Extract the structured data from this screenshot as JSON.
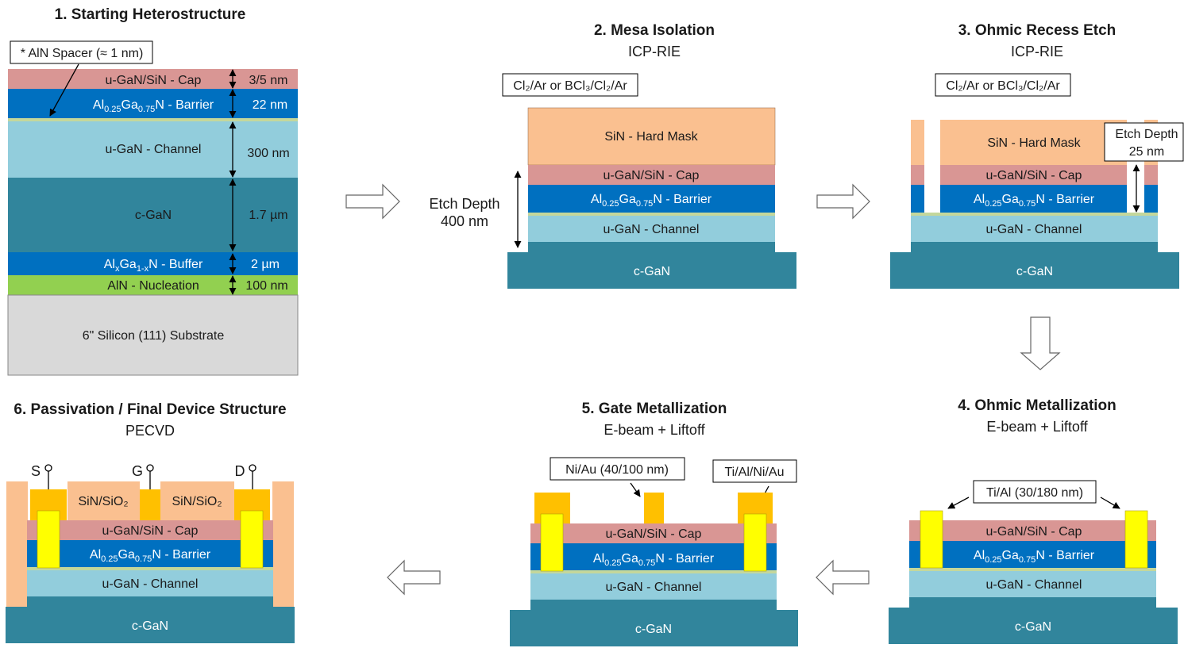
{
  "colors": {
    "cap": "#d99694",
    "barrier": "#0070c0",
    "spacer": "#c4d79b",
    "channel": "#92cddc",
    "cgan": "#31859c",
    "nucleation": "#92d050",
    "substrate": "#d9d9d9",
    "hard_mask": "#fac090",
    "ohmic_metal": "#ffff00",
    "gate_metal": "#ffc000",
    "passivation": "#fac090"
  },
  "step1": {
    "title": "1. Starting Heterostructure",
    "spacer_note": "* AlN Spacer (≈ 1 nm)",
    "layers": [
      {
        "label": "u-GaN/SiN - Cap",
        "thickness": "3/5 nm"
      },
      {
        "label_parts": [
          "Al",
          "0.25",
          "Ga",
          "0.75",
          "N - Barrier"
        ],
        "thickness": "22 nm"
      },
      {
        "label": "u-GaN - Channel",
        "thickness": "300 nm"
      },
      {
        "label": "c-GaN",
        "thickness": "1.7 µm"
      },
      {
        "label_parts": [
          "Al",
          "x",
          "Ga",
          "1-x",
          "N - Buffer"
        ],
        "thickness": "2 µm"
      },
      {
        "label": "AlN - Nucleation",
        "thickness": "100 nm"
      },
      {
        "label": "6\" Silicon (111) Substrate"
      }
    ]
  },
  "step2": {
    "title": "2. Mesa Isolation",
    "subtitle": "ICP-RIE",
    "gas": "Cl₂/Ar or BCl₃/Cl₂/Ar",
    "hard_mask": "SiN - Hard Mask",
    "cap": "u-GaN/SiN - Cap",
    "barrier_parts": [
      "Al",
      "0.25",
      "Ga",
      "0.75",
      "N - Barrier"
    ],
    "channel": "u-GaN - Channel",
    "cgan": "c-GaN",
    "etch_depth": [
      "Etch Depth",
      "400 nm"
    ]
  },
  "step3": {
    "title": "3. Ohmic Recess Etch",
    "subtitle": "ICP-RIE",
    "gas": "Cl₂/Ar or BCl₃/Cl₂/Ar",
    "hard_mask": "SiN - Hard Mask",
    "cap": "u-GaN/SiN - Cap",
    "barrier_parts": [
      "Al",
      "0.25",
      "Ga",
      "0.75",
      "N - Barrier"
    ],
    "channel": "u-GaN - Channel",
    "cgan": "c-GaN",
    "etch_depth": [
      "Etch Depth",
      "25 nm"
    ]
  },
  "step4": {
    "title": "4. Ohmic Metallization",
    "subtitle": "E-beam + Liftoff",
    "metal": "Ti/Al (30/180 nm)",
    "cap": "u-GaN/SiN - Cap",
    "barrier_parts": [
      "Al",
      "0.25",
      "Ga",
      "0.75",
      "N - Barrier"
    ],
    "channel": "u-GaN - Channel",
    "cgan": "c-GaN"
  },
  "step5": {
    "title": "5. Gate Metallization",
    "subtitle": "E-beam + Liftoff",
    "gate_metal": "Ni/Au (40/100 nm)",
    "pad_metal": "Ti/Al/Ni/Au",
    "cap": "u-GaN/SiN - Cap",
    "barrier_parts": [
      "Al",
      "0.25",
      "Ga",
      "0.75",
      "N - Barrier"
    ],
    "channel": "u-GaN - Channel",
    "cgan": "c-GaN"
  },
  "step6": {
    "title": "6. Passivation / Final Device Structure",
    "subtitle": "PECVD",
    "passivation": "SiN/SiO₂",
    "terminals": [
      "S",
      "G",
      "D"
    ],
    "cap": "u-GaN/SiN - Cap",
    "barrier_parts": [
      "Al",
      "0.25",
      "Ga",
      "0.75",
      "N - Barrier"
    ],
    "channel": "u-GaN - Channel",
    "cgan": "c-GaN"
  }
}
